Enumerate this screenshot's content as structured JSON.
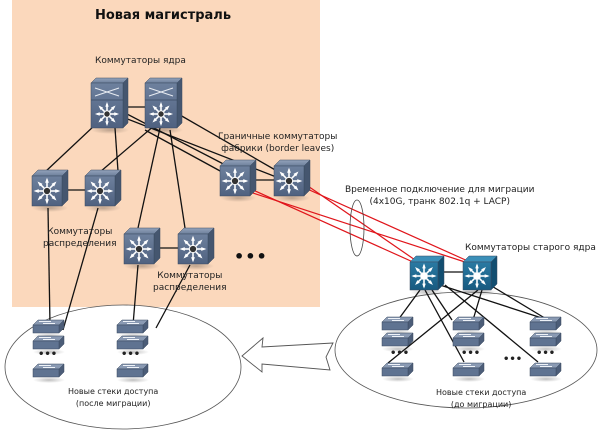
{
  "title": "Новая магистраль",
  "labels": {
    "core": "Коммутаторы ядра",
    "border_line1": "Граничные коммутаторы",
    "border_line2": "фабрики (border leaves)",
    "dist1_line1": "Коммутаторы",
    "dist1_line2": "распределения",
    "dist2_line1": "Коммутаторы",
    "dist2_line2": "распределения",
    "temp_line1": "Временное подключение для миграции",
    "temp_line2": "(4x10G, транк 802.1q + LACP)",
    "old_core": "Коммутаторы старого ядра",
    "new_access_line1": "Новые стеки доступа",
    "new_access_line2": "(после миграции)",
    "old_access_line1": "Новые стеки доступа",
    "old_access_line2": "(до миграции)"
  },
  "ellipsis": "•••",
  "stack_ellipsis": "•••",
  "colors": {
    "zone": "#fbd8bc",
    "new_switch": "#5f7391",
    "old_switch": "#1f6c93",
    "migration_link": "#e0151b",
    "link": "#111111"
  },
  "icons": {
    "core_switch": "multilayer-chassis-switch-icon",
    "dist_switch": "layer3-switch-icon",
    "access_switch": "workgroup-switch-icon",
    "old_core_switch": "layer3-switch-icon"
  }
}
